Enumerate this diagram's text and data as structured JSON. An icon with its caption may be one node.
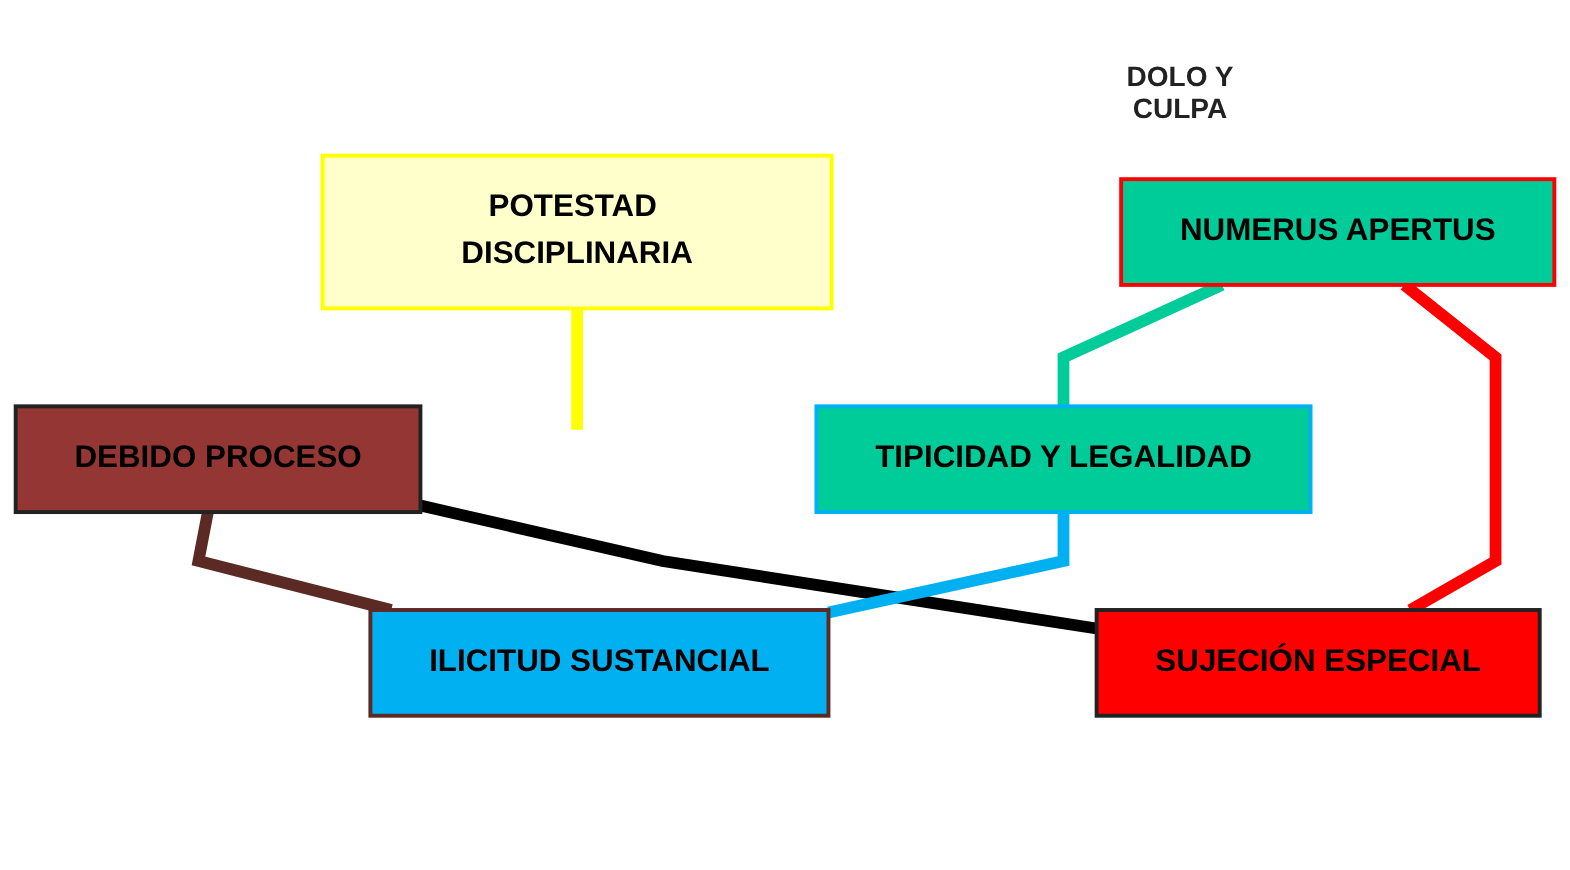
{
  "diagram": {
    "nodes": [
      {
        "text": [
          "POTESTAD DISCIPLINARIA"
        ]
      },
      {
        "text": [
          "DEBIDO PROCESO"
        ]
      },
      {
        "text": [
          "NUMERUS APERTUS"
        ]
      },
      {
        "text": [
          "TIPICIDAD Y LEGALIDAD"
        ]
      },
      {
        "text": [
          "ILICITUD SUSTANCIAL"
        ]
      },
      {
        "text": [
          "SUJECIÓN ESPECIAL"
        ]
      }
    ],
    "edges": [
      {
        "from": 0,
        "to": null,
        "arrow": "none",
        "color": "#ffff00"
      },
      {
        "from": 1,
        "to": 4,
        "arrow": "none",
        "color": "#5c2a24"
      },
      {
        "from": 1,
        "to": 5,
        "arrow": "none",
        "color": "#000000"
      },
      {
        "from": 2,
        "to": 3,
        "arrow": "none",
        "color": "#00cc99"
      },
      {
        "from": 2,
        "to": 5,
        "arrow": "none",
        "color": "#ff0000"
      },
      {
        "from": 3,
        "to": 4,
        "arrow": "none",
        "color": "#00b0f0"
      }
    ],
    "labels": [
      "DOLO Y CULPA"
    ]
  }
}
